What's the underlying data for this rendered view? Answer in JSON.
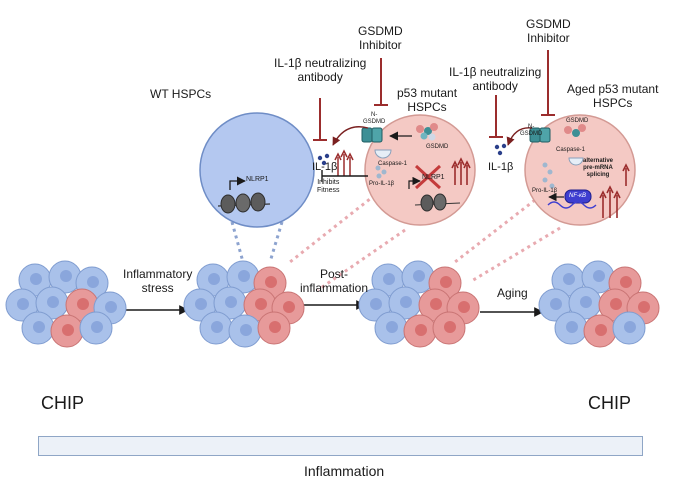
{
  "panel_labels": {
    "wt_hspcs": "WT HSPCs",
    "p53_mutant_hspcs": "p53 mutant\nHSPCs",
    "aged_p53_mutant_hspcs": "Aged p53 mutant\nHSPCs"
  },
  "inhibitors": {
    "il1b_antibody_left": "IL-1β neutralizing\nantibody",
    "gsdmd_inhibitor_left": "GSDMD\nInhibitor",
    "il1b_antibody_right": "IL-1β neutralizing\nantibody",
    "gsdmd_inhibitor_right": "GSDMD\nInhibitor"
  },
  "wt_cell": {
    "gene": "NLRP1"
  },
  "p53_cell": {
    "il1b": "IL-1β",
    "inhibits_fitness": "Inhibits\nFitness",
    "n_gsdmd": "N-\nGSDMD",
    "gsdmd": "GSDMD",
    "caspase1": "Caspase-1",
    "pro_il1b": "Pro-IL-1β",
    "gene": "NLRP1"
  },
  "aged_cell": {
    "il1b": "IL-1β",
    "n_gsdmd": "N-\nGSDMD",
    "gsdmd": "GSDMD",
    "caspase1": "Caspase-1",
    "pro_il1b": "Pro-IL-1β",
    "splicing": "alternative\npre-mRNA\nsplicing",
    "nfkb": "NF-κB"
  },
  "arrows": {
    "inflammatory_stress": "Inflammatory\nstress",
    "post_inflammation": "Post-\ninflammation",
    "aging": "Aging"
  },
  "bottom": {
    "chip_left": "CHIP",
    "chip_right": "CHIP",
    "inflammation": "Inflammation"
  },
  "colors": {
    "blue_cell": "#a9c1ea",
    "blue_cell_stroke": "#7f9cd0",
    "blue_nucleus": "#8aa6dc",
    "red_cell": "#e79a9a",
    "red_cell_stroke": "#c97474",
    "red_nucleus": "#d86f6f",
    "wt_circle": "#b4c8f0",
    "mutant_circle": "#f4c9c4",
    "inhibitor_red": "#9b2d2d",
    "up_arrow_red": "#9b2d2d",
    "dotted_blue": "#8da3cf",
    "dotted_pink": "#e8aab0"
  }
}
